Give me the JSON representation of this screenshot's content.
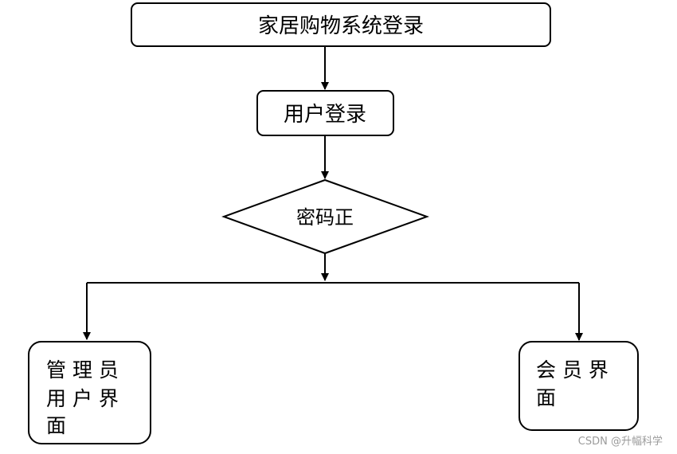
{
  "diagram": {
    "nodes": {
      "system_login": "家居购物系统登录",
      "user_login": "用户登录",
      "password_check": "密码正",
      "admin_ui": [
        "管 理 员",
        "用 户 界",
        "面"
      ],
      "member_ui": [
        "会 员 界",
        "面"
      ]
    }
  },
  "watermark": "CSDN @升幅科学"
}
